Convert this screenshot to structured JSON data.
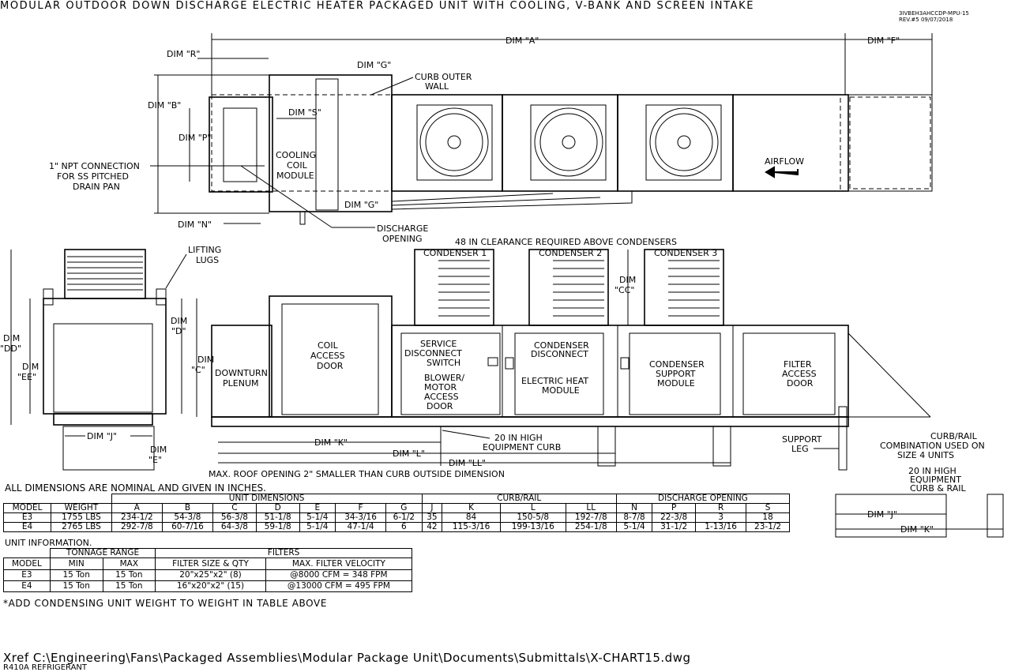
{
  "title": "MODULAR OUTDOOR DOWN DISCHARGE ELECTRIC HEATER PACKAGED UNIT WITH COOLING, V-BANK AND SCREEN INTAKE",
  "drawing_id": "3IVBEH3AHCCDP-MPU-15",
  "revision": "REV.#5  09/07/2018",
  "plan_view": {
    "dims": [
      "DIM \"A\"",
      "DIM \"F\"",
      "DIM \"R\"",
      "DIM \"B\"",
      "DIM \"S\"",
      "DIM \"P\"",
      "DIM \"G\"",
      "DIM \"G\"",
      "DIM \"N\""
    ],
    "callouts": [
      "CURB OUTER",
      "WALL",
      "1\" NPT CONNECTION",
      "FOR SS PITCHED",
      "DRAIN PAN",
      "DISCHARGE",
      "OPENING",
      "COOLING",
      "COIL",
      "MODULE",
      "AIRFLOW"
    ]
  },
  "side_view": {
    "clearance_note": "48 IN CLEARANCE REQUIRED ABOVE CONDENSERS",
    "condensers": [
      "CONDENSER 1",
      "CONDENSER 2",
      "CONDENSER 3"
    ],
    "dims": [
      "DIM",
      "\"CC\"",
      "DIM",
      "\"C\"",
      "DIM \"K\"",
      "DIM \"L\"",
      "DIM \"LL\""
    ],
    "modules": [
      "DOWNTURN",
      "PLENUM",
      "COIL",
      "ACCESS",
      "DOOR",
      "SERVICE",
      "DISCONNECT",
      "SWITCH",
      "BLOWER/",
      "MOTOR",
      "ACCESS",
      "DOOR",
      "CONDENSER",
      "DISCONNECT",
      "ELECTRIC HEAT",
      "MODULE",
      "CONDENSER",
      "SUPPORT",
      "MODULE",
      "FILTER",
      "ACCESS",
      "DOOR"
    ],
    "curb_note": [
      "20 IN HIGH",
      "EQUIPMENT CURB"
    ],
    "support_leg": [
      "SUPPORT",
      "LEG"
    ],
    "roof_note": "MAX. ROOF OPENING 2\" SMALLER THAN CURB OUTSIDE DIMENSION"
  },
  "end_view": {
    "dims": [
      "DIM",
      "\"DD\"",
      "DIM",
      "\"EE\"",
      "DIM",
      "\"D\"",
      "DIM \"J\"",
      "DIM",
      "\"E\""
    ],
    "callouts": [
      "LIFTING",
      "LUGS"
    ]
  },
  "curb_rail_detail": {
    "title": [
      "CURB/RAIL",
      "COMBINATION USED ON",
      "SIZE 4 UNITS"
    ],
    "label": [
      "20 IN HIGH",
      "EQUIPMENT",
      "CURB & RAIL"
    ],
    "dims": [
      "DIM \"J\"",
      "DIM \"K\""
    ]
  },
  "dim_table": {
    "note": "ALL DIMENSIONS ARE NOMINAL AND GIVEN IN INCHES.",
    "group_headers": [
      "UNIT DIMENSIONS",
      "CURB/RAIL",
      "DISCHARGE OPENING"
    ],
    "headers": [
      "MODEL",
      "WEIGHT",
      "A",
      "B",
      "C",
      "D",
      "E",
      "F",
      "G",
      "J",
      "K",
      "L",
      "LL",
      "N",
      "P",
      "R",
      "S"
    ],
    "rows": [
      [
        "E3",
        "1755 LBS",
        "234-1/2",
        "54-3/8",
        "56-3/8",
        "51-1/8",
        "5-1/4",
        "34-3/16",
        "6-1/2",
        "35",
        "84",
        "150-5/8",
        "192-7/8",
        "8-7/8",
        "22-3/8",
        "3",
        "18"
      ],
      [
        "E4",
        "2765 LBS",
        "292-7/8",
        "60-7/16",
        "64-3/8",
        "59-1/8",
        "5-1/4",
        "47-1/4",
        "6",
        "42",
        "115-3/16",
        "199-13/16",
        "254-1/8",
        "5-1/4",
        "31-1/2",
        "1-13/16",
        "23-1/2"
      ]
    ]
  },
  "unit_table": {
    "note": "UNIT INFORMATION.",
    "group_headers": [
      "TONNAGE RANGE",
      "FILTERS"
    ],
    "headers": [
      "MODEL",
      "MIN",
      "MAX",
      "FILTER SIZE & QTY",
      "MAX. FILTER VELOCITY"
    ],
    "rows": [
      [
        "E3",
        "15 Ton",
        "15 Ton",
        "20\"x25\"x2\" (8)",
        "@8000 CFM = 348 FPM"
      ],
      [
        "E4",
        "15 Ton",
        "15 Ton",
        "16\"x20\"x2\" (15)",
        "@13000 CFM = 495 FPM"
      ]
    ]
  },
  "footnote": "*ADD CONDENSING UNIT WEIGHT TO WEIGHT IN TABLE ABOVE",
  "xref": "Xref C:\\Engineering\\Fans\\Packaged Assemblies\\Modular Package Unit\\Documents\\Submittals\\X-CHART15.dwg",
  "refrigerant": "R410A REFRIGERANT"
}
